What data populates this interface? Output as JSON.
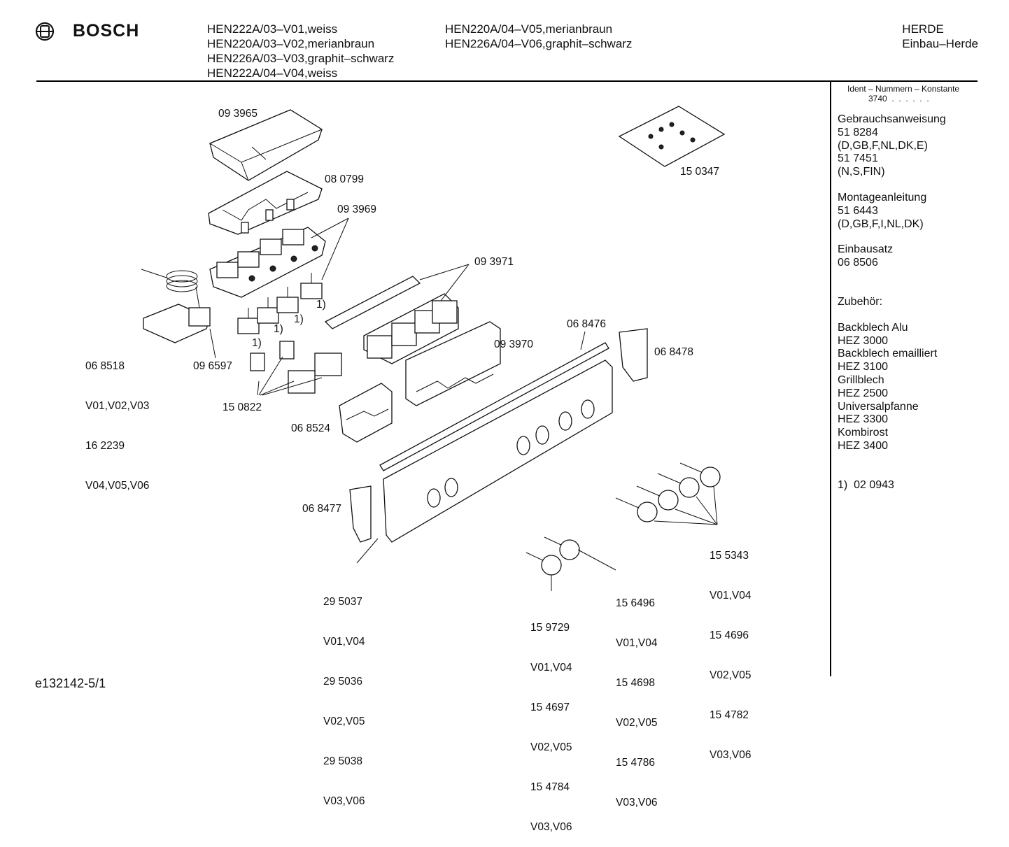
{
  "header": {
    "brand": "BOSCH",
    "models_col1": [
      "HEN222A/03–V01,weiss",
      "HEN220A/03–V02,merianbraun",
      "HEN226A/03–V03,graphit–schwarz",
      "HEN222A/04–V04,weiss"
    ],
    "models_col2": [
      "HEN220A/04–V05,merianbraun",
      "HEN226A/04–V06,graphit–schwarz"
    ],
    "category": [
      "HERDE",
      "Einbau–Herde"
    ]
  },
  "sidebar": {
    "ident_title": "Ident – Nummern – Konstante",
    "ident_value": "3740  .  .  .  .  .  .",
    "gebrauch": [
      "Gebrauchsanweisung",
      "51 8284",
      "(D,GB,F,NL,DK,E)",
      "51 7451",
      "(N,S,FIN)"
    ],
    "montage": [
      "Montageanleitung",
      "51 6443",
      "(D,GB,F,I,NL,DK)"
    ],
    "einbau": [
      "Einbausatz",
      "06 8506"
    ],
    "zubehoer_title": "Zubehör:",
    "zubehoer": [
      "Backblech Alu",
      "HEZ 3000",
      "Backblech emailliert",
      "HEZ 3100",
      "Grillblech",
      "HEZ 2500",
      "Universalpfanne",
      "HEZ 3300",
      "Kombirost",
      "HEZ 3400"
    ],
    "footnote": "1)  02 0943"
  },
  "labels": {
    "p093965": "09 3965",
    "p080799": "08 0799",
    "p093969": "09 3969",
    "p093971": "09 3971",
    "p150347": "15 0347",
    "p068476": "06 8476",
    "p093970": "09 3970",
    "p068478": "06 8478",
    "p068518": [
      "06 8518",
      "V01,V02,V03",
      "16 2239",
      "V04,V05,V06"
    ],
    "p096597": "09 6597",
    "p150822": "15 0822",
    "p068524": "06 8524",
    "p068477": "06 8477",
    "p295037": [
      "29 5037",
      "V01,V04",
      "29 5036",
      "V02,V05",
      "29 5038",
      "V03,V06"
    ],
    "p159729": [
      "15 9729",
      "V01,V04",
      "15 4697",
      "V02,V05",
      "15 4784",
      "V03,V06"
    ],
    "p156496": [
      "15 6496",
      "V01,V04",
      "15 4698",
      "V02,V05",
      "15 4786",
      "V03,V06"
    ],
    "p155343": [
      "15 5343",
      "V01,V04",
      "15 4696",
      "V02,V05",
      "15 4782",
      "V03,V06"
    ],
    "fn1a": "1)",
    "fn1b": "1)",
    "fn1c": "1)",
    "fn1d": "1)"
  },
  "footer": {
    "doc_id": "e132142-5/1"
  }
}
